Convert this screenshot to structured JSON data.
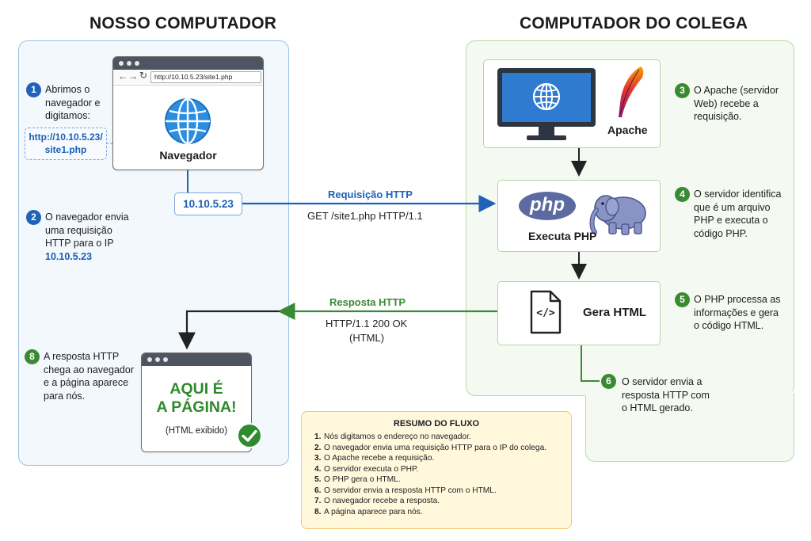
{
  "left_title": "NOSSO COMPUTADOR",
  "right_title": "COMPUTADOR DO COLEGA",
  "steps": [
    {
      "num": "1",
      "lines": [
        "Abrimos o",
        "navegador e",
        "digitamos:"
      ]
    },
    {
      "num": "2",
      "lines": [
        "O navegador envia",
        "uma requisição",
        "HTTP para o IP"
      ],
      "highlight": "10.10.5.23"
    },
    {
      "num": "3",
      "lines": [
        "O Apache (servidor",
        "Web) recebe a",
        "requisição."
      ]
    },
    {
      "num": "4",
      "lines": [
        "O servidor identifica",
        "que é um arquivo",
        "PHP e executa o",
        "código PHP."
      ]
    },
    {
      "num": "5",
      "lines": [
        "O PHP processa as",
        "informações e gera",
        "o código HTML."
      ]
    },
    {
      "num": "6",
      "lines": [
        "O servidor envia a",
        "resposta HTTP com",
        "o HTML gerado."
      ]
    },
    {
      "num": "8",
      "lines": [
        "A resposta HTTP",
        "chega ao navegador",
        "e a página aparece",
        "para nós."
      ]
    }
  ],
  "url_box": {
    "line1": "http://10.10.5.23/",
    "line2": "site1.php"
  },
  "browser": {
    "address": "http://10.10.5.23/site1.php",
    "label": "Navegador"
  },
  "ip_box": "10.10.5.23",
  "request": {
    "title": "Requisição HTTP",
    "detail": "GET /site1.php HTTP/1.1"
  },
  "response": {
    "title": "Resposta HTTP",
    "detail1": "HTTP/1.1 200 OK",
    "detail2": "(HTML)"
  },
  "apache_label": "Apache",
  "php_logo": "php",
  "php_label": "Executa PHP",
  "html_label": "Gera HTML",
  "html_icon_text": "</>",
  "result_page": {
    "line1": "AQUI É",
    "line2": "A PÁGINA!",
    "caption": "(HTML exibido)"
  },
  "summary": {
    "title": "RESUMO DO FLUXO",
    "items": [
      {
        "n": "1.",
        "text": "Nós digitamos o endereço no navegador."
      },
      {
        "n": "2.",
        "text": "O navegador envia uma requisição HTTP para o IP do colega."
      },
      {
        "n": "3.",
        "text": "O Apache recebe a requisição."
      },
      {
        "n": "4.",
        "text": "O servidor executa o PHP."
      },
      {
        "n": "5.",
        "text": "O PHP gera o HTML."
      },
      {
        "n": "6.",
        "text": "O servidor envia a resposta HTTP com o HTML."
      },
      {
        "n": "7.",
        "text": "O navegador recebe a resposta."
      },
      {
        "n": "8.",
        "text": "A página aparece para nós."
      }
    ]
  },
  "colors": {
    "blue": "#1f62b8",
    "green": "#3a8a34",
    "dark": "#2b2b2b"
  }
}
